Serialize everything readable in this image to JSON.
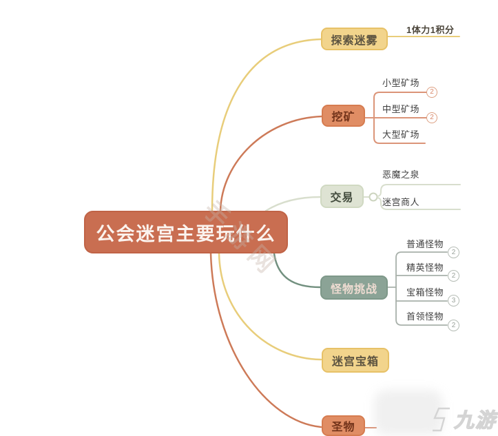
{
  "central": {
    "label": "公会迷宫主要玩什么"
  },
  "branches": {
    "explore": {
      "label": "探索迷雾",
      "children": [
        {
          "label": "1体力1积分"
        }
      ]
    },
    "mining": {
      "label": "挖矿",
      "children": [
        {
          "label": "小型矿场",
          "badge": "2"
        },
        {
          "label": "中型矿场",
          "badge": "2"
        },
        {
          "label": "大型矿场"
        }
      ]
    },
    "trade": {
      "label": "交易",
      "children": [
        {
          "label": "恶魔之泉"
        },
        {
          "label": "迷宫商人"
        }
      ]
    },
    "monster": {
      "label": "怪物挑战",
      "children": [
        {
          "label": "普通怪物",
          "badge": "2"
        },
        {
          "label": "精英怪物",
          "badge": "2"
        },
        {
          "label": "宝箱怪物",
          "badge": "3"
        },
        {
          "label": "首领怪物",
          "badge": "2"
        }
      ]
    },
    "chest": {
      "label": "迷宫宝箱",
      "children": []
    },
    "relic": {
      "label": "圣物",
      "children": []
    }
  },
  "watermarks": {
    "diagonal_text": "手游网",
    "logo_text": "九游"
  },
  "colors": {
    "central_fill": "#c96e51",
    "yellow_fill": "#f2d48c",
    "orange_fill": "#e08d64",
    "sage_fill": "#dee3d3",
    "teal_fill": "#8ba396",
    "yellow_line": "#e8cd7a",
    "orange_line": "#cd7a58",
    "sage_line": "#d8decd",
    "teal_line": "#72907f",
    "gray_line": "#a8b0aa"
  }
}
